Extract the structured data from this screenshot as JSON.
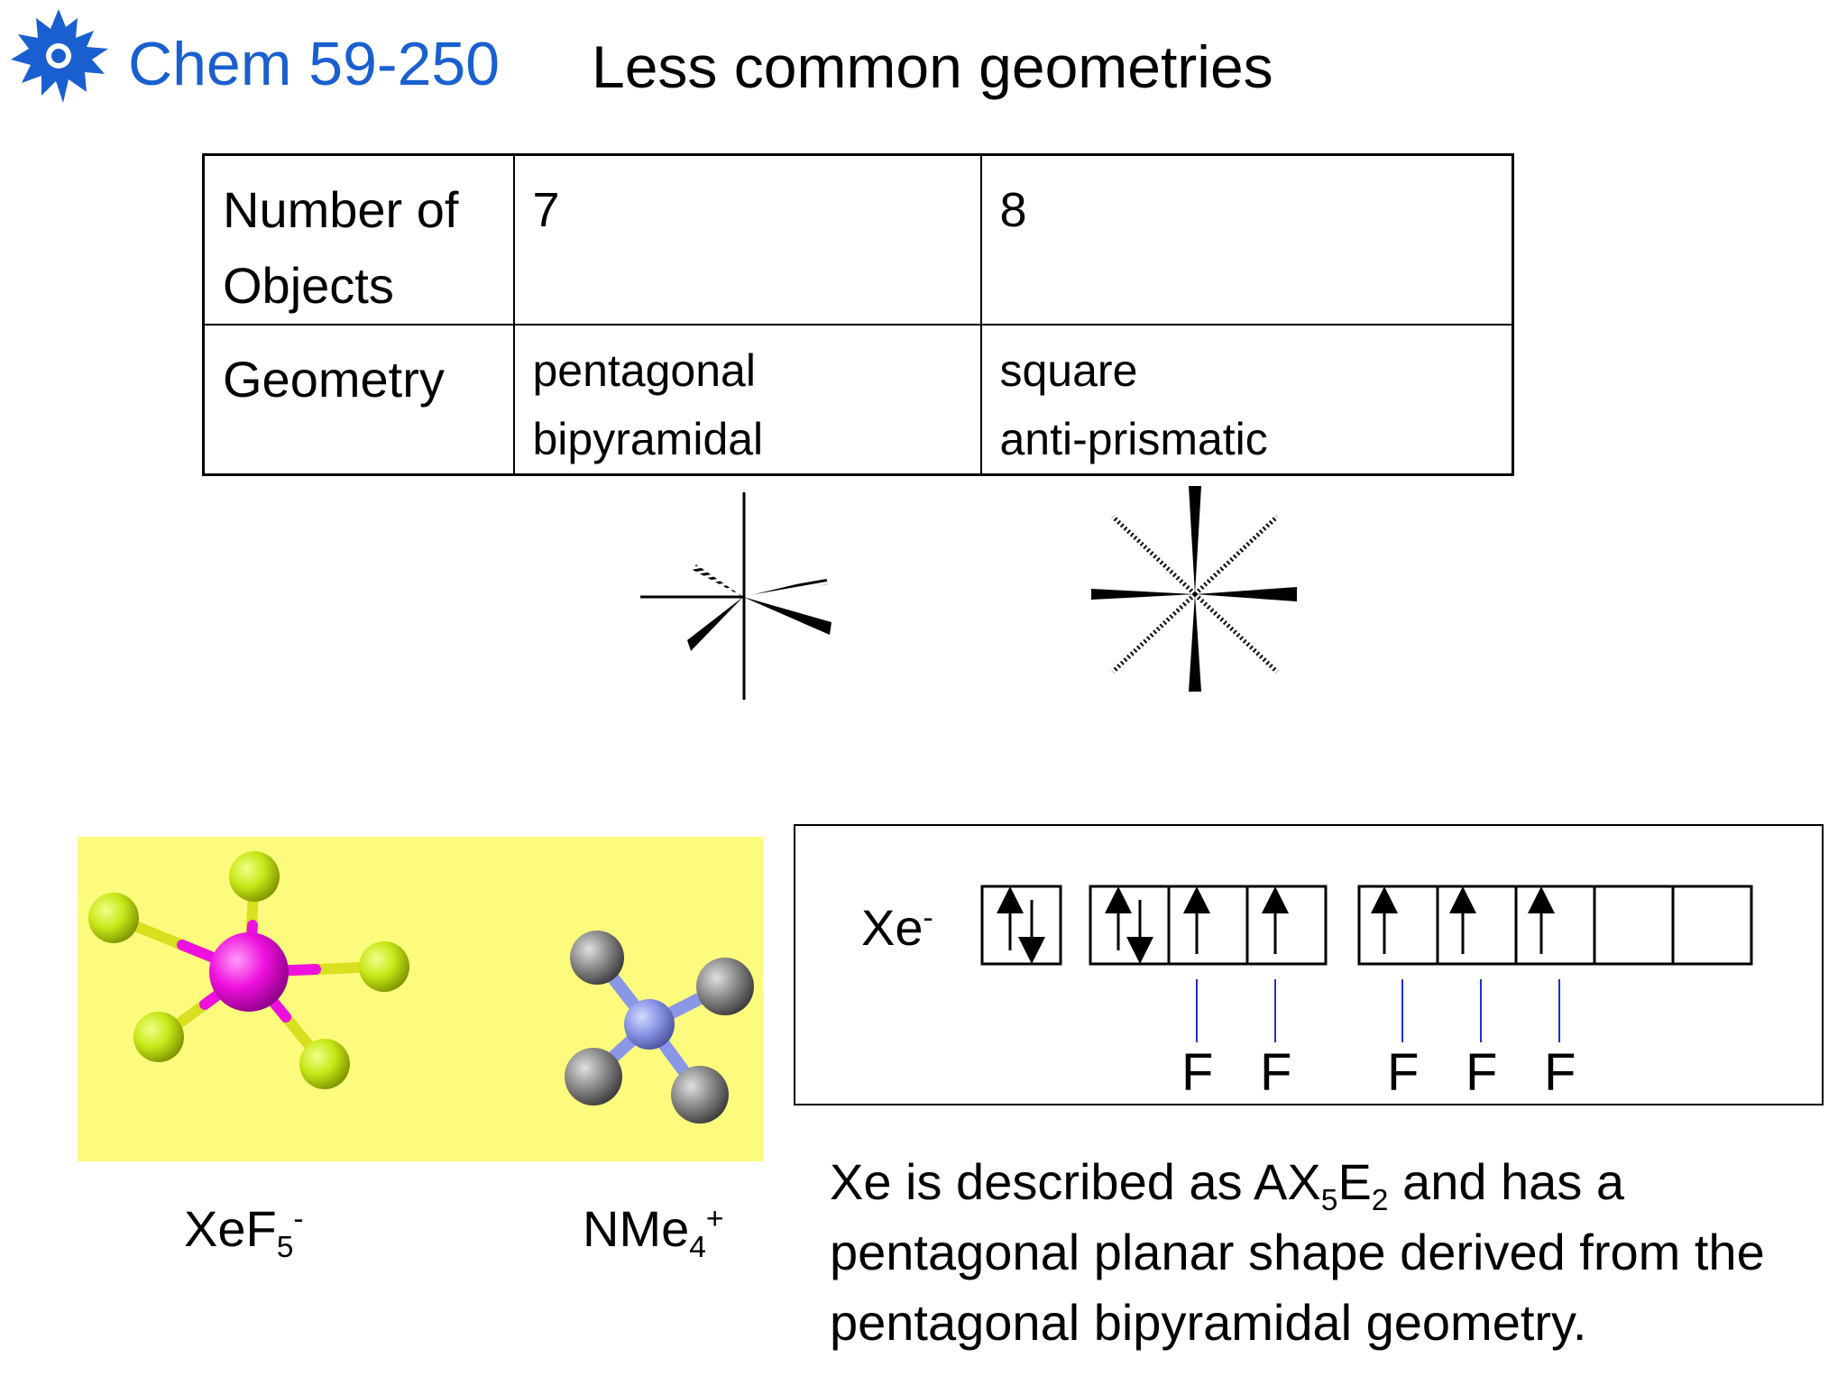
{
  "header": {
    "course": "Chem 59-250",
    "title": "Less common geometries"
  },
  "table": {
    "row1": {
      "label_line1": "Number of",
      "label_line2": "Objects",
      "col7": "7",
      "col8": "8"
    },
    "row2": {
      "label": "Geometry",
      "col7_line1": "pentagonal",
      "col7_line2": "bipyramidal",
      "col8_line1": "square",
      "col8_line2": "anti-prismatic"
    }
  },
  "molecules": {
    "xef5": {
      "base": "XeF",
      "sub": "5",
      "sup": "-"
    },
    "nme4": {
      "base": "NMe",
      "sub": "4",
      "sup": "+"
    },
    "colors": {
      "panel": "#fdfb7e",
      "xe": "#ee10dd",
      "f": "#c8e818",
      "n": "#8a96e6",
      "c": "#8c8c8c"
    }
  },
  "orbital": {
    "atom": "Xe",
    "charge": "-",
    "f_labels": [
      "F",
      "F",
      "F",
      "F",
      "F"
    ]
  },
  "description": {
    "part1": "Xe is described as AX",
    "sub1": "5",
    "part2": "E",
    "sub2": "2",
    "part3": " and has a pentagonal planar shape derived from the pentagonal bipyramidal geometry."
  },
  "colors": {
    "course": "#1a5fcf",
    "bond_line": "#1f2fcf"
  }
}
